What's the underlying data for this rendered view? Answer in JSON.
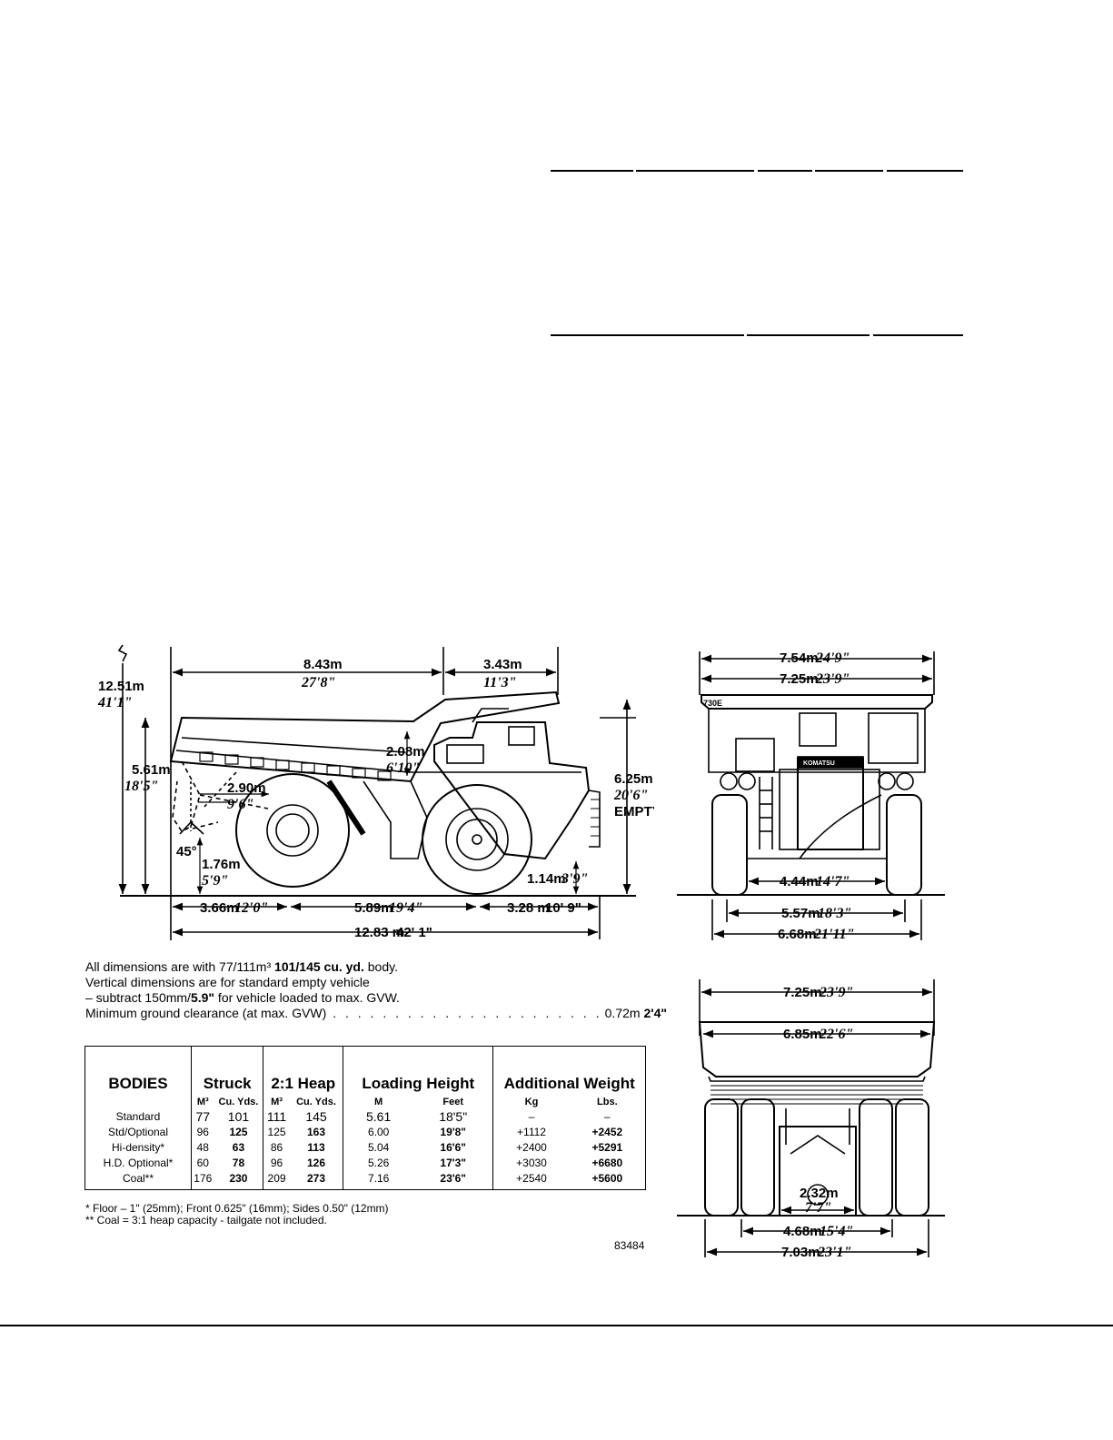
{
  "side_view": {
    "dims": {
      "overall_height": "12.51m 41'1\"",
      "overall_height_m": "12.51m",
      "overall_height_ft": "41'1\"",
      "body_length_m": "8.43m",
      "body_length_ft": "27'8\"",
      "canopy_m": "3.43m",
      "canopy_ft": "11'3\"",
      "loading_height_m": "5.61m",
      "loading_height_ft": "18'5\"",
      "cab_height_m": "2.08m",
      "cab_height_ft": "6'10\"",
      "dump_clearance_m": "2.90m",
      "dump_clearance_ft": "9'6\"",
      "dump_angle": "45°",
      "tail_clearance_m": "1.76m",
      "tail_clearance_ft": "5'9\"",
      "empty_height_m": "6.25m",
      "empty_height_ft": "20'6\"",
      "empty_label": "EMPTY",
      "front_clearance": "1.14m",
      "front_clearance_ft": "3'9\"",
      "rear_overhang": "3.66m",
      "rear_overhang_ft": "12'0\"",
      "wheelbase": "5.89m",
      "wheelbase_ft": "19'4\"",
      "front_overhang": "3.28 m",
      "front_overhang_ft": "10' 9\"",
      "overall_length": "12.83 m",
      "overall_length_ft": "42' 1\""
    }
  },
  "front_view": {
    "model_badge": "730E",
    "brand_badge": "KOMATSU",
    "dims": {
      "overall_width_m": "7.54m",
      "overall_width_ft": "24'9\"",
      "body_width_m": "7.25m",
      "body_width_ft": "23'9\"",
      "tread_inner_m": "4.44m",
      "tread_inner_ft": "14'7\"",
      "tread_m": "5.57m",
      "tread_ft": "18'3\"",
      "tire_width_m": "6.68m",
      "tire_width_ft": "21'11\""
    }
  },
  "rear_view": {
    "dims": {
      "body_width_m": "7.25m",
      "body_width_ft": "23'9\"",
      "inner_width_m": "6.85m",
      "inner_width_ft": "22'6\"",
      "axle_m": "2.32m",
      "axle_ft": "7'7\"",
      "rear_tread_m": "4.68m",
      "rear_tread_ft": "15'4\"",
      "rear_width_m": "7.03m",
      "rear_width_ft": "23'1\""
    }
  },
  "notes": {
    "line1_pre": "All dimensions are with 77/111m³ ",
    "line1_bold": "101/145 cu. yd.",
    "line1_post": " body.",
    "line2": "Vertical dimensions are for standard empty vehicle",
    "line3_pre": "– subtract 150mm/",
    "line3_bold": "5.9\"",
    "line3_post": " for vehicle loaded to max. GVW.",
    "line4_label": "Minimum ground clearance (at max. GVW)",
    "line4_value": "0.72m",
    "line4_value_bold": "2'4\""
  },
  "bodies_table": {
    "headers": {
      "bodies": "BODIES",
      "struck": "Struck",
      "heap": "2:1 Heap",
      "loading": "Loading Height",
      "additional": "Additional Weight"
    },
    "units": [
      "M³",
      "Cu. Yds.",
      "M³",
      "Cu. Yds.",
      "M",
      "Feet",
      "Kg",
      "Lbs."
    ],
    "rows": [
      {
        "label": "Standard",
        "struck_m3": "77",
        "struck_yd": "101",
        "heap_m3": "111",
        "heap_yd": "145",
        "height_m": "5.61",
        "height_ft": "18'5\"",
        "kg": "–",
        "lbs": "–"
      },
      {
        "label": "Std/Optional",
        "struck_m3": "96",
        "struck_yd": "125",
        "heap_m3": "125",
        "heap_yd": "163",
        "height_m": "6.00",
        "height_ft": "19'8\"",
        "kg": "+1112",
        "lbs": "+2452"
      },
      {
        "label": "Hi-density*",
        "struck_m3": "48",
        "struck_yd": "63",
        "heap_m3": "86",
        "heap_yd": "113",
        "height_m": "5.04",
        "height_ft": "16'6\"",
        "kg": "+2400",
        "lbs": "+5291"
      },
      {
        "label": "H.D. Optional*",
        "struck_m3": "60",
        "struck_yd": "78",
        "heap_m3": "96",
        "heap_yd": "126",
        "height_m": "5.26",
        "height_ft": "17'3\"",
        "kg": "+3030",
        "lbs": "+6680"
      },
      {
        "label": "Coal**",
        "struck_m3": "176",
        "struck_yd": "230",
        "heap_m3": "209",
        "heap_yd": "273",
        "height_m": "7.16",
        "height_ft": "23'6\"",
        "kg": "+2540",
        "lbs": "+5600"
      }
    ]
  },
  "footnotes": {
    "f1": "* Floor – 1\" (25mm); Front 0.625\" (16mm); Sides 0.50\" (12mm)",
    "f2": "** Coal = 3:1 heap capacity - tailgate not included."
  },
  "drawing_number": "83484"
}
